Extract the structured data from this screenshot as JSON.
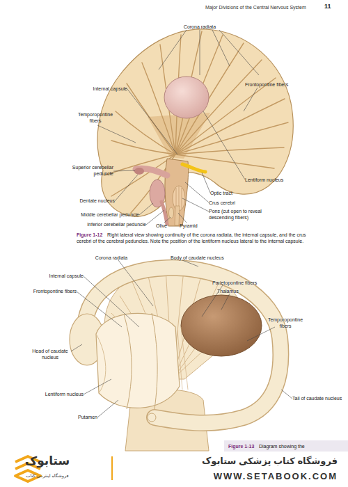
{
  "diagram": {
    "labels": [
      "Major Divisions of the Central Nervous System",
      "11",
      "Corona radiata",
      "Internal capsule",
      "Frontopontine fibers",
      "Temporopontine fibers",
      "Superior cerebellar peduncle",
      "Dentate nucleus",
      "Middle cerebellar peduncle",
      "Inferior cerebellar peduncle",
      "Olive",
      "Pyramid",
      "Pons (cut open to reveal descending fibers)",
      "Crus cerebri",
      "Optic tract",
      "Lentiform nucleus",
      "Figure 1-12",
      "Right lateral view showing continuity of the corona radiata, the internal capsule, and the crus cerebri of the cerebral peduncles. Note the position of the lentiform nucleus lateral to the internal capsule.",
      "Corona radiata",
      "Body of caudate nucleus",
      "Internal capsule",
      "Parietopontine fibers",
      "Thalamus",
      "Frontopontine fibers",
      "Temporopontine fibers",
      "Head of caudate nucleus",
      "Lentiform nucleus",
      "Putamen",
      "Tail of caudate nucleus",
      "Figure 1-13",
      "Diagram showing the",
      "ستابوک",
      "فروشگاه اینترنتی کتاب",
      "فروشگاه کتاب پزشکی ستابوک",
      "WWW.SETABOOK.COM"
    ]
  }
}
